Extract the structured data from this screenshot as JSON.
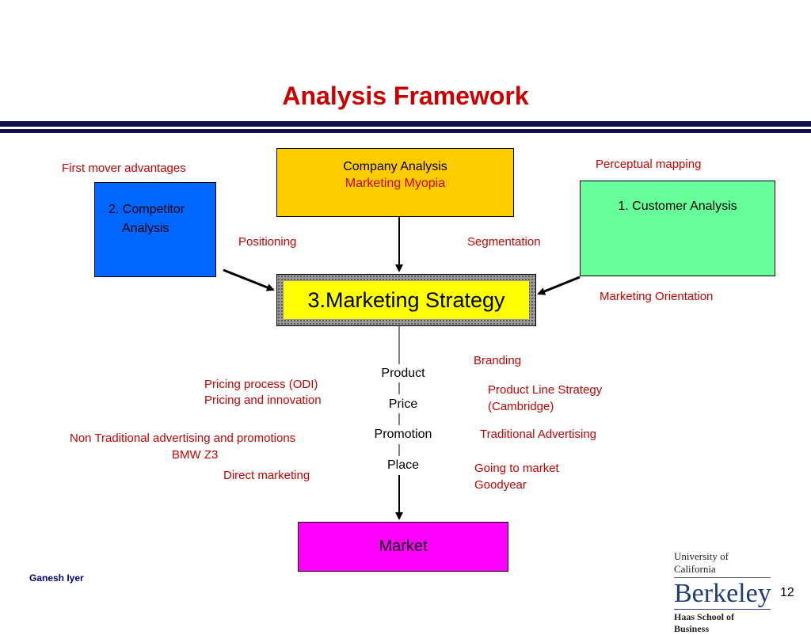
{
  "title": "Analysis Framework",
  "boxes": {
    "company": {
      "line1": "Company Analysis",
      "line2": "Marketing Myopia",
      "fill": "#ffcc00"
    },
    "competitor": {
      "line1": "2. Competitor",
      "line2": "Analysis",
      "fill": "#0066ff"
    },
    "customer": {
      "label": "1. Customer Analysis",
      "fill": "#66ff99"
    },
    "strategy": {
      "label": "3.Marketing Strategy",
      "fill": "#ffff00"
    },
    "market": {
      "label": "Market",
      "fill": "#ff00ff"
    }
  },
  "mix": [
    "Product",
    "Price",
    "Promotion",
    "Place"
  ],
  "annotations": {
    "first_mover": "First mover advantages",
    "perceptual": "Perceptual mapping",
    "positioning": "Positioning",
    "segmentation": "Segmentation",
    "marketing_orientation": "Marketing Orientation",
    "branding": "Branding",
    "pricing1": "Pricing process (ODI)",
    "pricing2": "Pricing and innovation",
    "product_line1": "Product Line Strategy",
    "product_line2": "(Cambridge)",
    "nontrad1": "Non Traditional advertising and promotions",
    "nontrad2": "BMW Z3",
    "traditional": "Traditional Advertising",
    "going1": "Going to market",
    "going2": "Goodyear",
    "direct": "Direct marketing"
  },
  "footer": {
    "author": "Ganesh Iyer",
    "page": "12",
    "logo_top": "University of California",
    "logo_mid": "Berkeley",
    "logo_bot": "Haas School of Business"
  },
  "colors": {
    "title": "#cc0000",
    "annotation": "#cc0000",
    "rule": "#10104a",
    "author": "#000080"
  }
}
